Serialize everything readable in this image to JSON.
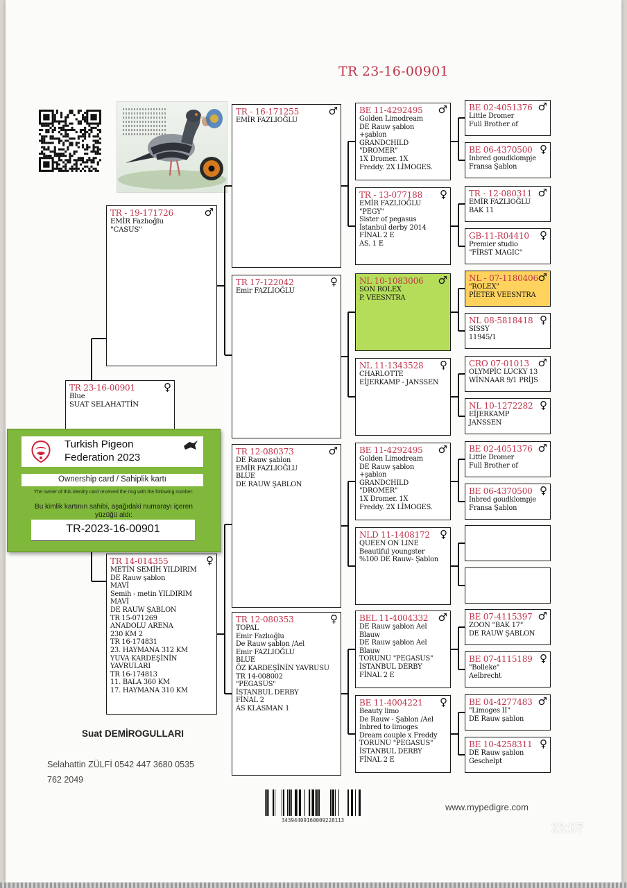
{
  "title": "TR 23-16-00901",
  "pedigree": {
    "subject": {
      "ring": "TR 23-16-00901",
      "sex": "♀",
      "lines": [
        "Blue",
        "SUAT SELAHATTİN"
      ]
    },
    "sire": {
      "ring": "TR - 19-171726",
      "sex": "♂",
      "lines": [
        "EMİR Fazlıoğlu",
        "\"CASUS\""
      ]
    },
    "dam": {
      "ring": "TR 14-014355",
      "sex": "♀",
      "lines": [
        "METİN SEMİH YILDIRIM",
        "DE Rauw şablon",
        "MAVİ",
        "Semih - metin YILDIRIM",
        "MAVİ",
        "DE RAUW ŞABLON",
        "TR 15-071269",
        "ANADOLU ARENA",
        "230 KM 2",
        "TR 16-174831",
        "23. HAYMANA 312 KM",
        "YUVA KARDEŞİNİN",
        "YAVRULARI",
        "TR 16-174813",
        "11. BALA 360 KM",
        "17. HAYMANA 310 KM"
      ]
    },
    "g3": [
      {
        "ring": "TR - 16-171255",
        "sex": "♂",
        "lines": [
          "EMİR FAZLIOĞLU"
        ]
      },
      {
        "ring": "TR 17-122042",
        "sex": "♀",
        "lines": [
          "Emir FAZLIOĞLU"
        ]
      },
      {
        "ring": "TR 12-080373",
        "sex": "♂",
        "lines": [
          "DE Rauw şablon",
          "EMİR FAZLIOĞLU",
          "BLUE",
          "DE RAUW ŞABLON"
        ]
      },
      {
        "ring": "TR 12-080353",
        "sex": "♀",
        "lines": [
          "TOPAL",
          "Emir Fazlıoğlu",
          "De Rauw şablon /Ael",
          "Emir FAZLIOĞLU",
          "BLUE",
          "ÖZ KARDEŞİNİN YAVRUSU",
          "TR 14-008002",
          "\"PEGASUS\"",
          "İSTANBUL DERBY",
          "FİNAL  2",
          "AS KLASMAN 1"
        ]
      }
    ],
    "g4": [
      {
        "ring": "BE 11-4292495",
        "sex": "♂",
        "lines": [
          "Golden Limodream",
          "DE Rauw şablon",
          "+şablon",
          "GRANDCHILD",
          "\"DROMER\"",
          "1X Dromer. 1X",
          "Freddy. 2X LİMOGES."
        ]
      },
      {
        "ring": "TR - 13-077188",
        "sex": "♀",
        "lines": [
          "EMİR FAZLIOĞLU",
          "\"PEGY\"",
          "Sister of pegasus",
          "İstanbul derby 2014",
          "FİNAL  2 E",
          "AS.     1 E"
        ]
      },
      {
        "ring": "NL 10-1083006",
        "sex": "♂",
        "lines": [
          "SON ROLEX",
          "P. VEESNTRA"
        ]
      },
      {
        "ring": "NL 11-1343528",
        "sex": "♀",
        "lines": [
          "CHARLOTTE",
          "EİJERKAMP - JANSSEN"
        ]
      },
      {
        "ring": "BE 11-4292495",
        "sex": "♂",
        "lines": [
          "Golden Limodream",
          "DE Rauw şablon",
          "+şablon",
          "GRANDCHILD",
          "\"DROMER\"",
          "1X Dromer. 1X",
          "Freddy. 2X LİMOGES."
        ]
      },
      {
        "ring": "NLD 11-1408172",
        "sex": "♀",
        "lines": [
          "QUEEN ON LINE",
          "Beautiful youngster",
          "%100 DE Rauw- Şablon"
        ]
      },
      {
        "ring": "BEL 11-4004332",
        "sex": "♂",
        "lines": [
          "DE Rauw şablon  Ael",
          "Blauw",
          "DE Rauw şablon Ael",
          "Blauw",
          "TORUNU \"PEGASUS\"",
          "İSTANBUL DERBY",
          "FİNAL    2 E"
        ]
      },
      {
        "ring": "BE 11-4004221",
        "sex": "♀",
        "lines": [
          "Beauty limo",
          "De Rauw - Şablon /Ael",
          "Inbred to limoges",
          "Dream couple x Freddy",
          "TORUNU \"PEGASUS\"",
          "İSTANBUL DERBY",
          "FİNAL    2 E"
        ]
      }
    ],
    "g5": [
      {
        "ring": "BE 02-4051376",
        "sex": "♂",
        "lines": [
          "Little Dromer",
          "Full Brother of"
        ]
      },
      {
        "ring": "BE 06-4370500",
        "sex": "♀",
        "lines": [
          "Inbred goudklompje",
          "Fransa Şablon"
        ]
      },
      {
        "ring": "TR - 12-080311",
        "sex": "♂",
        "lines": [
          "EMİR FAZLIOĞLU",
          "BAK 11"
        ]
      },
      {
        "ring": "GB-11-R04410",
        "sex": "♀",
        "lines": [
          "Premier studio",
          "\"FİRST MAGIC\""
        ]
      },
      {
        "ring": "NL - 07-1180406",
        "sex": "♂",
        "lines": [
          "\"ROLEX\"",
          "PİETER VEESNTRA"
        ]
      },
      {
        "ring": "NL 08-5818418",
        "sex": "♀",
        "lines": [
          "SISSY",
          "11945/1"
        ]
      },
      {
        "ring": "CRO 07-01013",
        "sex": "♂",
        "lines": [
          "OLYMPİC LUCKY 13",
          "WİNNAAR 9/1 PRİJS"
        ]
      },
      {
        "ring": "NL 10-1272282",
        "sex": "♀",
        "lines": [
          "EİJERKAMP",
          "JANSSEN"
        ]
      },
      {
        "ring": "BE 02-4051376",
        "sex": "♂",
        "lines": [
          "Little Dromer",
          "Full Brother of"
        ]
      },
      {
        "ring": "BE 06-4370500",
        "sex": "♀",
        "lines": [
          "Inbred goudklompje",
          "Fransa Şablon"
        ]
      },
      {
        "ring": "",
        "sex": "",
        "lines": []
      },
      {
        "ring": "",
        "sex": "",
        "lines": []
      },
      {
        "ring": "BE 07-4115397",
        "sex": "♂",
        "lines": [
          "ZOON \"BAK 17\"",
          "DE RAUW ŞABLON"
        ]
      },
      {
        "ring": "BE 07-4115189",
        "sex": "♀",
        "lines": [
          "\"Bolleke\"",
          "Aelbrecht"
        ]
      },
      {
        "ring": "BE 04-4277483",
        "sex": "♂",
        "lines": [
          "\"Limoges II\"",
          "DE Rauw şablon"
        ]
      },
      {
        "ring": "BE 10-4258311",
        "sex": "♀",
        "lines": [
          "DE Rauw şablon",
          "Geschelpt"
        ]
      }
    ]
  },
  "card": {
    "title_1": "Turkish Pigeon",
    "title_2": "Federation 2023",
    "subtitle": "Ownership card / Sahiplik kartı",
    "text_en": "The owner of this identity card received the ring with the following number:",
    "text_tr": "Bu kimlik kartının sahibi, aşağıdaki numarayı içeren yüzüğü aldı:",
    "number": "TR-2023-16-00901"
  },
  "footer": {
    "breeder": "Suat DEMİROGULLARI",
    "contact_1": "Selahattin ZÜLFİ  0542 447 3680  0535",
    "contact_2": "762 2049",
    "barcode_number": "3439440916000922811З",
    "website": "www.mypedigre.com",
    "time": "23:07"
  },
  "colors": {
    "ring_red": "#c0334a",
    "highlight_green": "#b5dd5a",
    "highlight_yellow": "#ffd25e",
    "card_green": "#7fb83a"
  }
}
